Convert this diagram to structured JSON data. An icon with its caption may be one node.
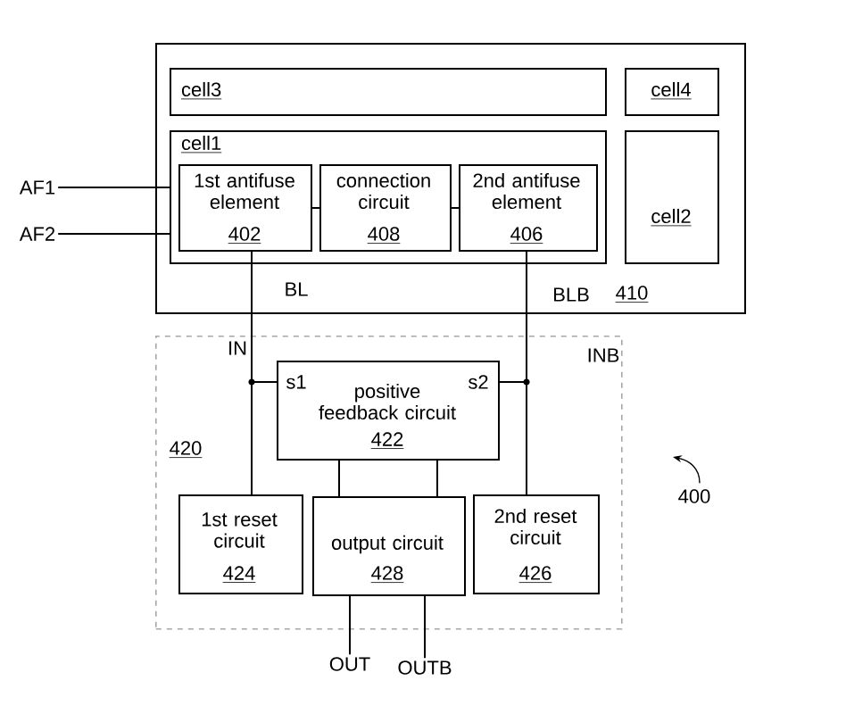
{
  "diagram": {
    "nodes": [
      {
        "text": [
          "410"
        ]
      },
      {
        "text": [
          "cell3"
        ],
        "in": 0
      },
      {
        "text": [
          "cell4"
        ],
        "in": 0
      },
      {
        "text": [
          "cell1"
        ],
        "in": 0
      },
      {
        "text": [
          "1st antifuse element",
          "402"
        ],
        "in": 3
      },
      {
        "text": [
          "connection circuit",
          "408"
        ],
        "in": 3
      },
      {
        "text": [
          "2nd antifuse element",
          "406"
        ],
        "in": 3
      },
      {
        "text": [
          "cell2"
        ],
        "in": 0
      },
      {
        "text": [
          "AF1"
        ]
      },
      {
        "text": [
          "AF2"
        ]
      },
      {
        "text": [
          "420"
        ]
      },
      {
        "text": [
          "positive feedback circuit",
          "422"
        ],
        "in": 10
      },
      {
        "text": [
          "1st reset circuit",
          "424"
        ],
        "in": 10
      },
      {
        "text": [
          "output circuit",
          "428"
        ],
        "in": 10
      },
      {
        "text": [
          "2nd reset circuit",
          "426"
        ],
        "in": 10
      },
      {
        "text": [
          "OUT"
        ]
      },
      {
        "text": [
          "OUTB"
        ]
      },
      {
        "text": [
          "400"
        ]
      }
    ],
    "edges": [
      {
        "from": 8,
        "to": 3,
        "arrow": "none"
      },
      {
        "from": 9,
        "to": 3,
        "arrow": "none"
      },
      {
        "from": 4,
        "to": 5,
        "arrow": "none"
      },
      {
        "from": 5,
        "to": 6,
        "arrow": "none"
      },
      {
        "from": 4,
        "to": 11,
        "arrow": "none"
      },
      {
        "from": 4,
        "to": 12,
        "arrow": "none"
      },
      {
        "from": 6,
        "to": 11,
        "arrow": "none"
      },
      {
        "from": 6,
        "to": 14,
        "arrow": "none"
      },
      {
        "from": 11,
        "to": 13,
        "arrow": "none"
      },
      {
        "from": 11,
        "to": 13,
        "arrow": "none"
      },
      {
        "from": 13,
        "to": 15,
        "arrow": "none"
      },
      {
        "from": 13,
        "to": 16,
        "arrow": "none"
      },
      {
        "from": 17,
        "to": null,
        "arrow": "to"
      }
    ],
    "labels": [
      "BL",
      "BLB",
      "IN",
      "INB",
      "s1",
      "s2"
    ]
  }
}
